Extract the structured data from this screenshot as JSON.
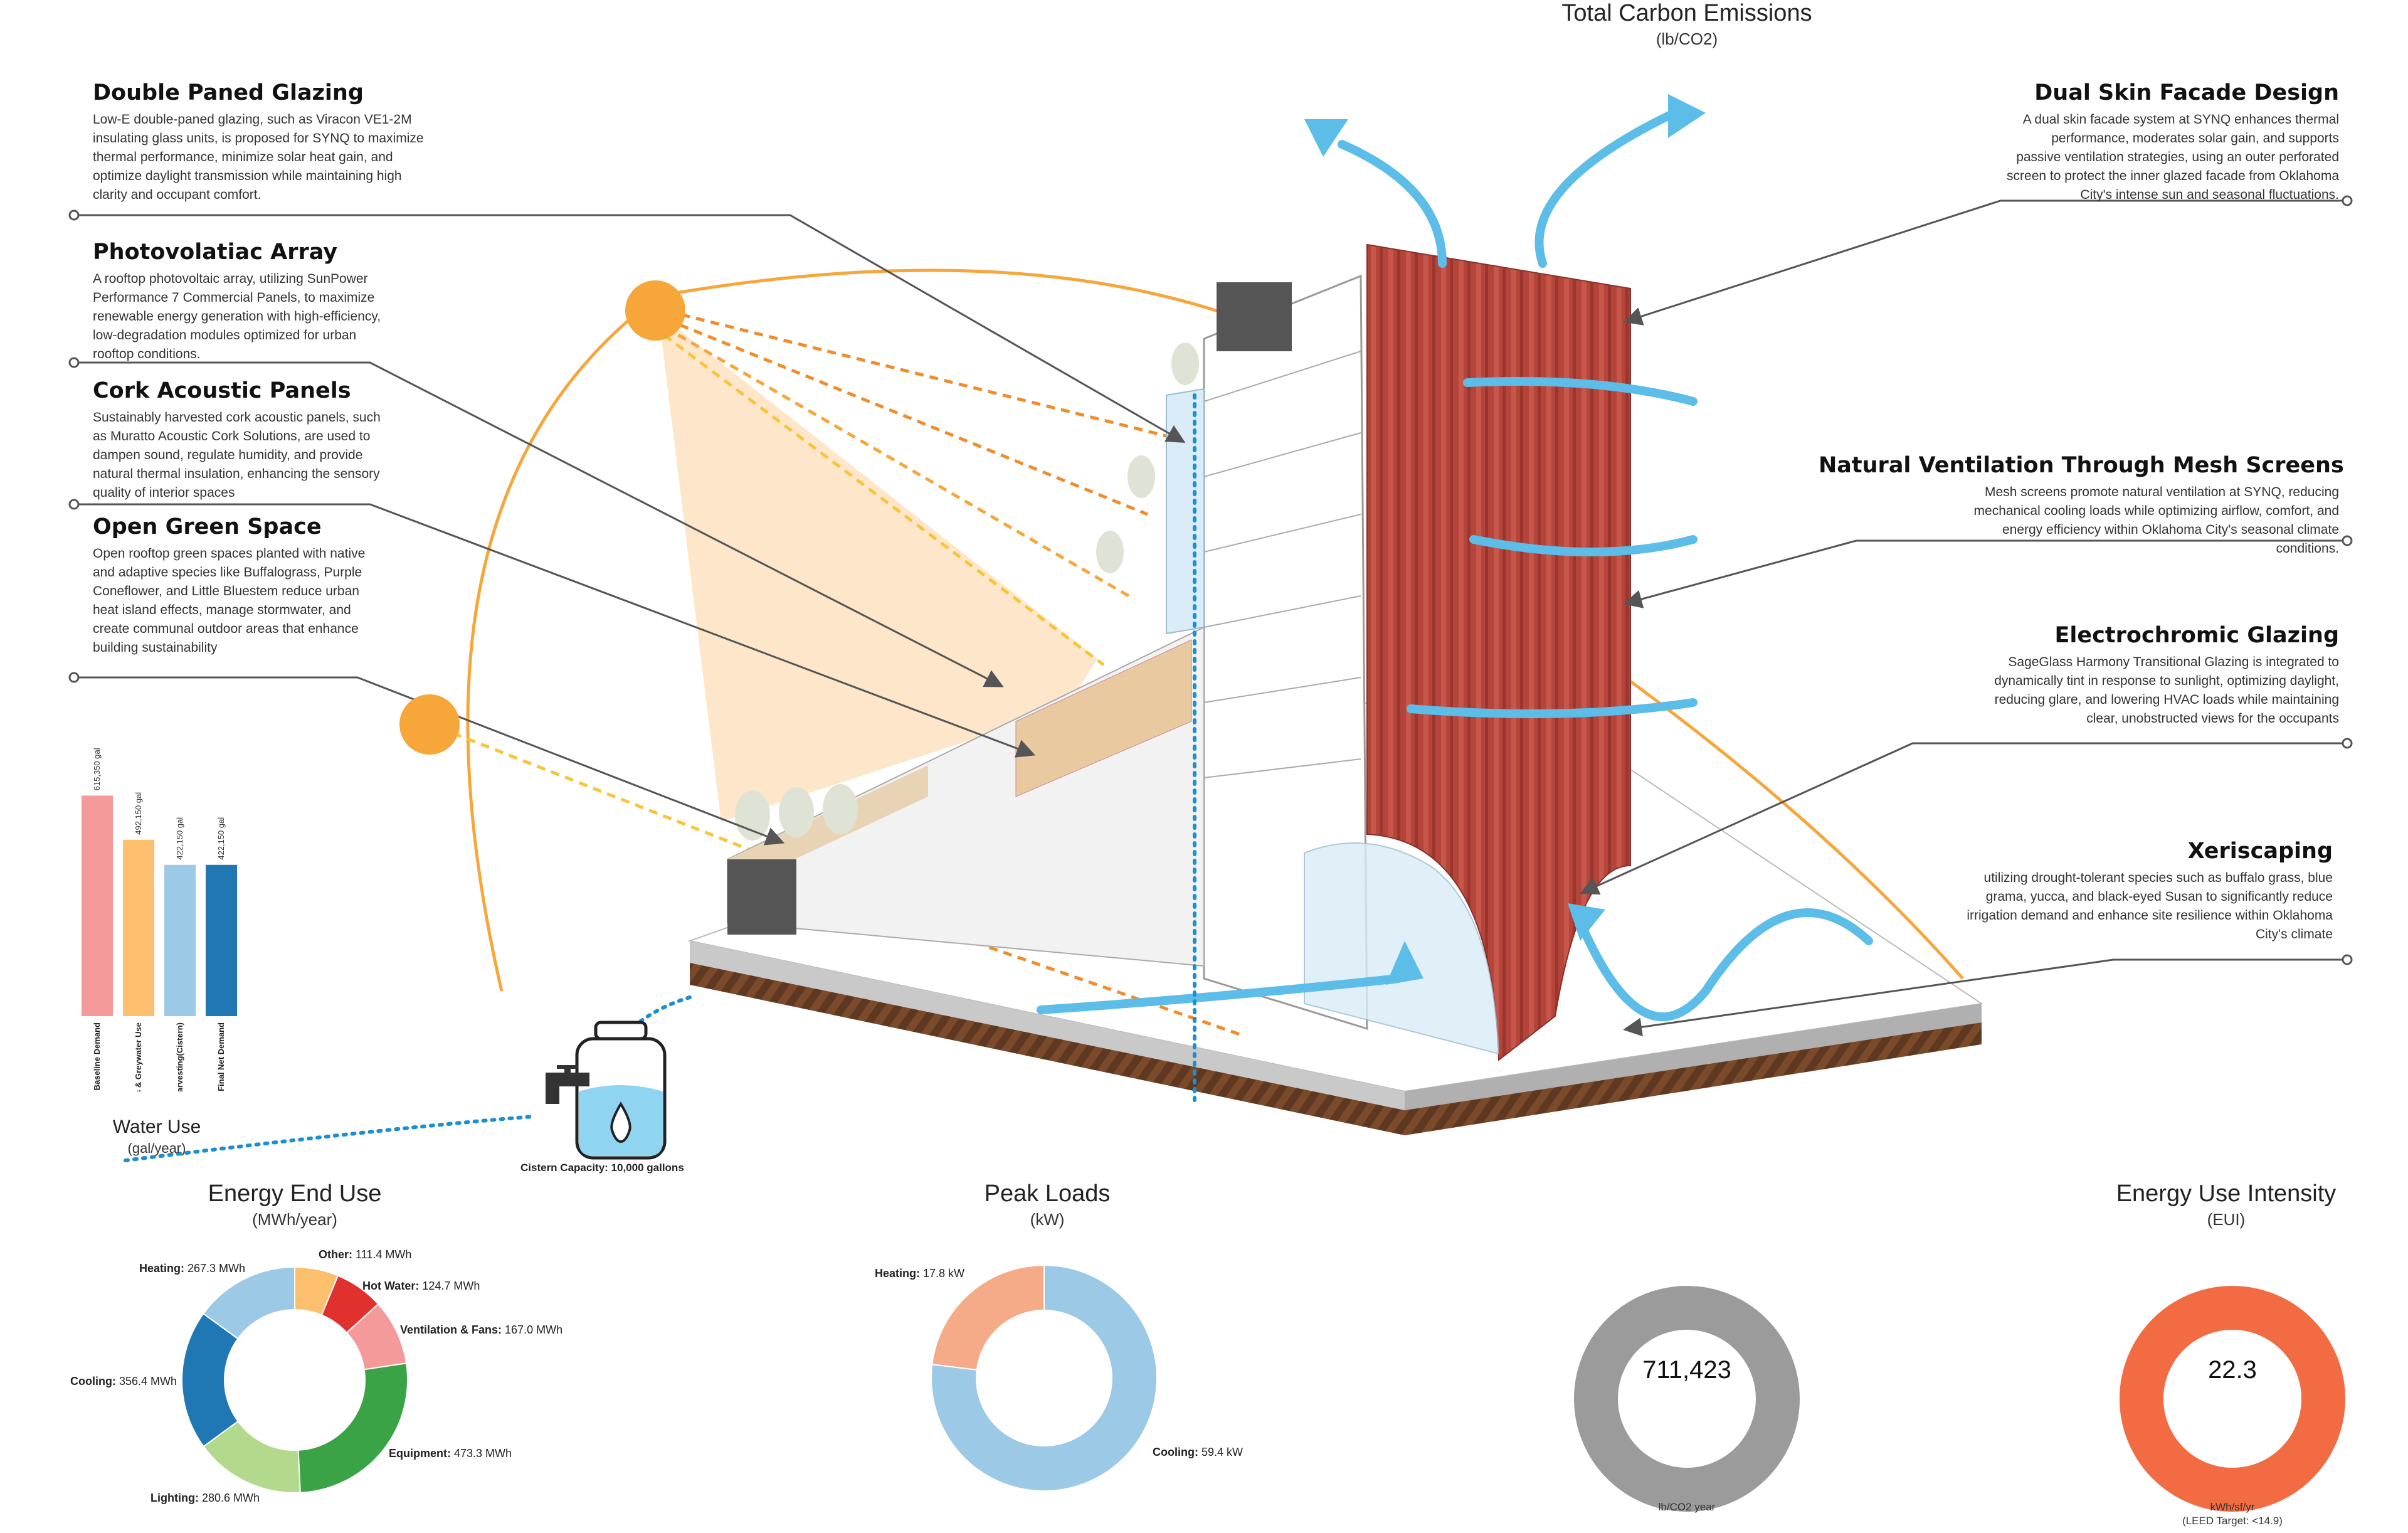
{
  "annotations_left": [
    {
      "title": "Double Paned Glazing",
      "body": "Low-E double-paned glazing, such as Viracon VE1-2M insulating glass units, is proposed for SYNQ to maximize thermal performance, minimize solar heat gain, and optimize daylight transmission while maintaining high clarity and occupant comfort."
    },
    {
      "title": "Photovolatiac Array",
      "body": "A rooftop photovoltaic array, utilizing SunPower Performance 7 Commercial Panels, to maximize renewable energy generation with high-efficiency, low-degradation modules optimized for urban rooftop conditions."
    },
    {
      "title": "Cork Acoustic Panels",
      "body": "Sustainably harvested cork acoustic panels, such as Muratto Acoustic Cork Solutions, are used to dampen sound, regulate humidity, and provide natural thermal insulation, enhancing the sensory quality of interior spaces"
    },
    {
      "title": "Open Green Space",
      "body": "Open rooftop green spaces planted with native and adaptive species like Buffalograss, Purple Coneflower, and Little Bluestem reduce urban heat island effects, manage stormwater, and create communal outdoor areas that enhance building sustainability"
    }
  ],
  "annotations_right": [
    {
      "title": "Dual Skin Facade Design",
      "body": "A dual skin facade system at SYNQ enhances thermal performance, moderates solar gain, and supports passive ventilation strategies, using an outer perforated screen to protect the inner glazed facade from Oklahoma City's intense sun and seasonal fluctuations."
    },
    {
      "title": "Natural Ventilation Through Mesh Screens",
      "body": "Mesh screens promote natural ventilation at SYNQ, reducing mechanical cooling loads while optimizing airflow, comfort, and energy efficiency within Oklahoma City's seasonal climate conditions."
    },
    {
      "title": "Electrochromic Glazing",
      "body": "SageGlass Harmony Transitional Glazing is integrated to dynamically tint in response to sunlight, optimizing daylight, reducing glare, and lowering HVAC loads while maintaining clear, unobstructed views for the occupants"
    },
    {
      "title": "Xeriscaping",
      "body": "utilizing drought-tolerant species such as buffalo grass, blue grama, yucca, and black-eyed Susan to significantly reduce irrigation demand and enhance site resilience within Oklahoma City's climate"
    }
  ],
  "cistern": {
    "label": "Cistern Capacity: 10,000 gallons"
  },
  "colors": {
    "facade": "#b5443a",
    "sun": "#f7a63a",
    "air": "#5bbde8",
    "water": "#1a8fd1",
    "earth": "#6b3f22"
  },
  "icons": [
    "sun-icon",
    "faucet-icon",
    "water-drop-icon",
    "airflow-arrow-icon"
  ],
  "chart_data": [
    {
      "type": "bar",
      "title": "Water Use",
      "subtitle": "(gal/year)",
      "categories": [
        "Baseline Demand",
        "After Low-Flow Fixtures & Greywater Use",
        "After Rainwater Harvesting(Cistern)",
        "Final Net Demand"
      ],
      "values": [
        615350,
        492150,
        422150,
        422150
      ],
      "value_labels": [
        "615,350 gal",
        "492,150 gal",
        "422,150 gal",
        "422,150 gal"
      ],
      "colors": [
        "#f59a9a",
        "#fbbf6e",
        "#9cc9e6",
        "#1f77b4"
      ],
      "ylim": [
        0,
        700000
      ]
    },
    {
      "type": "pie",
      "title": "Energy End Use",
      "subtitle": "(MWh/year)",
      "slices": [
        {
          "name": "Other:",
          "value": 111.4,
          "label": "111.4 MWh",
          "color": "#fbbf6e"
        },
        {
          "name": "Hot Water:",
          "value": 124.7,
          "label": "124.7 MWh",
          "color": "#e0312f"
        },
        {
          "name": "Ventilation & Fans:",
          "value": 167.0,
          "label": "167.0 MWh",
          "color": "#f59a9a"
        },
        {
          "name": "Equipment:",
          "value": 473.3,
          "label": "473.3 MWh",
          "color": "#3aa346"
        },
        {
          "name": "Lighting:",
          "value": 280.6,
          "label": "280.6 MWh",
          "color": "#b3d98c"
        },
        {
          "name": "Cooling:",
          "value": 356.4,
          "label": "356.4 MWh",
          "color": "#1f77b4"
        },
        {
          "name": "Heating:",
          "value": 267.3,
          "label": "267.3 MWh",
          "color": "#9cc9e6"
        }
      ]
    },
    {
      "type": "pie",
      "title": "Peak Loads",
      "subtitle": "(kW)",
      "slices": [
        {
          "name": "Cooling:",
          "value": 59.4,
          "label": "59.4 kW",
          "color": "#9cc9e6"
        },
        {
          "name": "Heating:",
          "value": 17.8,
          "label": "17.8 kW",
          "color": "#f5ab87"
        }
      ]
    },
    {
      "type": "pie",
      "title": "Total Carbon Emissions",
      "subtitle": "(lb/CO2)",
      "center_value": "711,423",
      "unit": "lb/CO2 year",
      "slices": [
        {
          "value": 1,
          "color": "#9b9b9b"
        }
      ]
    },
    {
      "type": "pie",
      "title": "Energy Use Intensity",
      "subtitle": "(EUI)",
      "center_value": "22.3",
      "unit": "kWh/sf/yr",
      "note": "(LEED Target: <14.9)",
      "slices": [
        {
          "value": 1,
          "color": "#f26b43"
        }
      ]
    }
  ]
}
